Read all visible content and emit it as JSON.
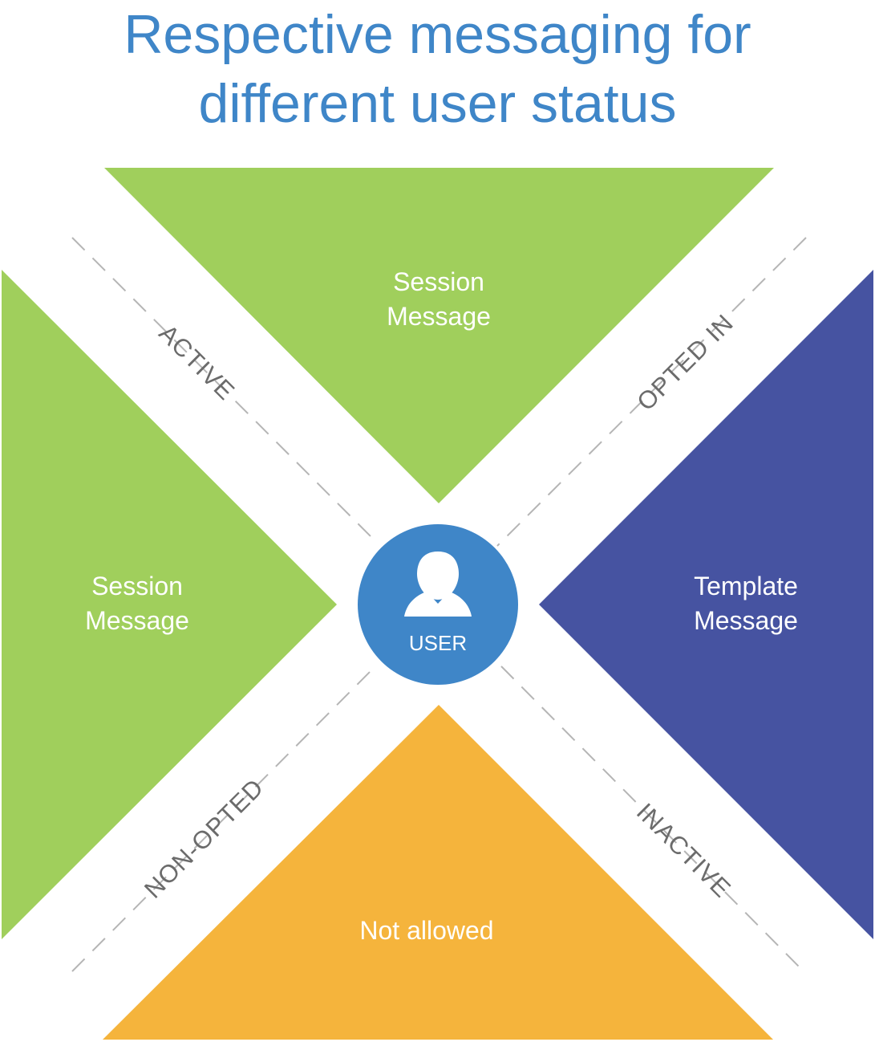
{
  "title": {
    "line1": "Respective messaging for",
    "line2": "different user status"
  },
  "center": {
    "label": "USER",
    "icon": "user-icon"
  },
  "quadrants": {
    "top": {
      "line1": "Session",
      "line2": "Message",
      "color": "#a0cf5c"
    },
    "left": {
      "line1": "Session",
      "line2": "Message",
      "color": "#a0cf5c"
    },
    "right": {
      "line1": "Template",
      "line2": "Message",
      "color": "#4653a1"
    },
    "bottom": {
      "line1": "Not allowed",
      "color": "#f5b43c"
    }
  },
  "statuses": {
    "top_left": "ACTIVE",
    "top_right": "OPTED IN",
    "bottom_left": "NON-OPTED",
    "bottom_right": "INACTIVE"
  },
  "colors": {
    "title": "#3f86c8",
    "center_circle": "#3f86c8",
    "status_text": "#6b6b6b"
  }
}
